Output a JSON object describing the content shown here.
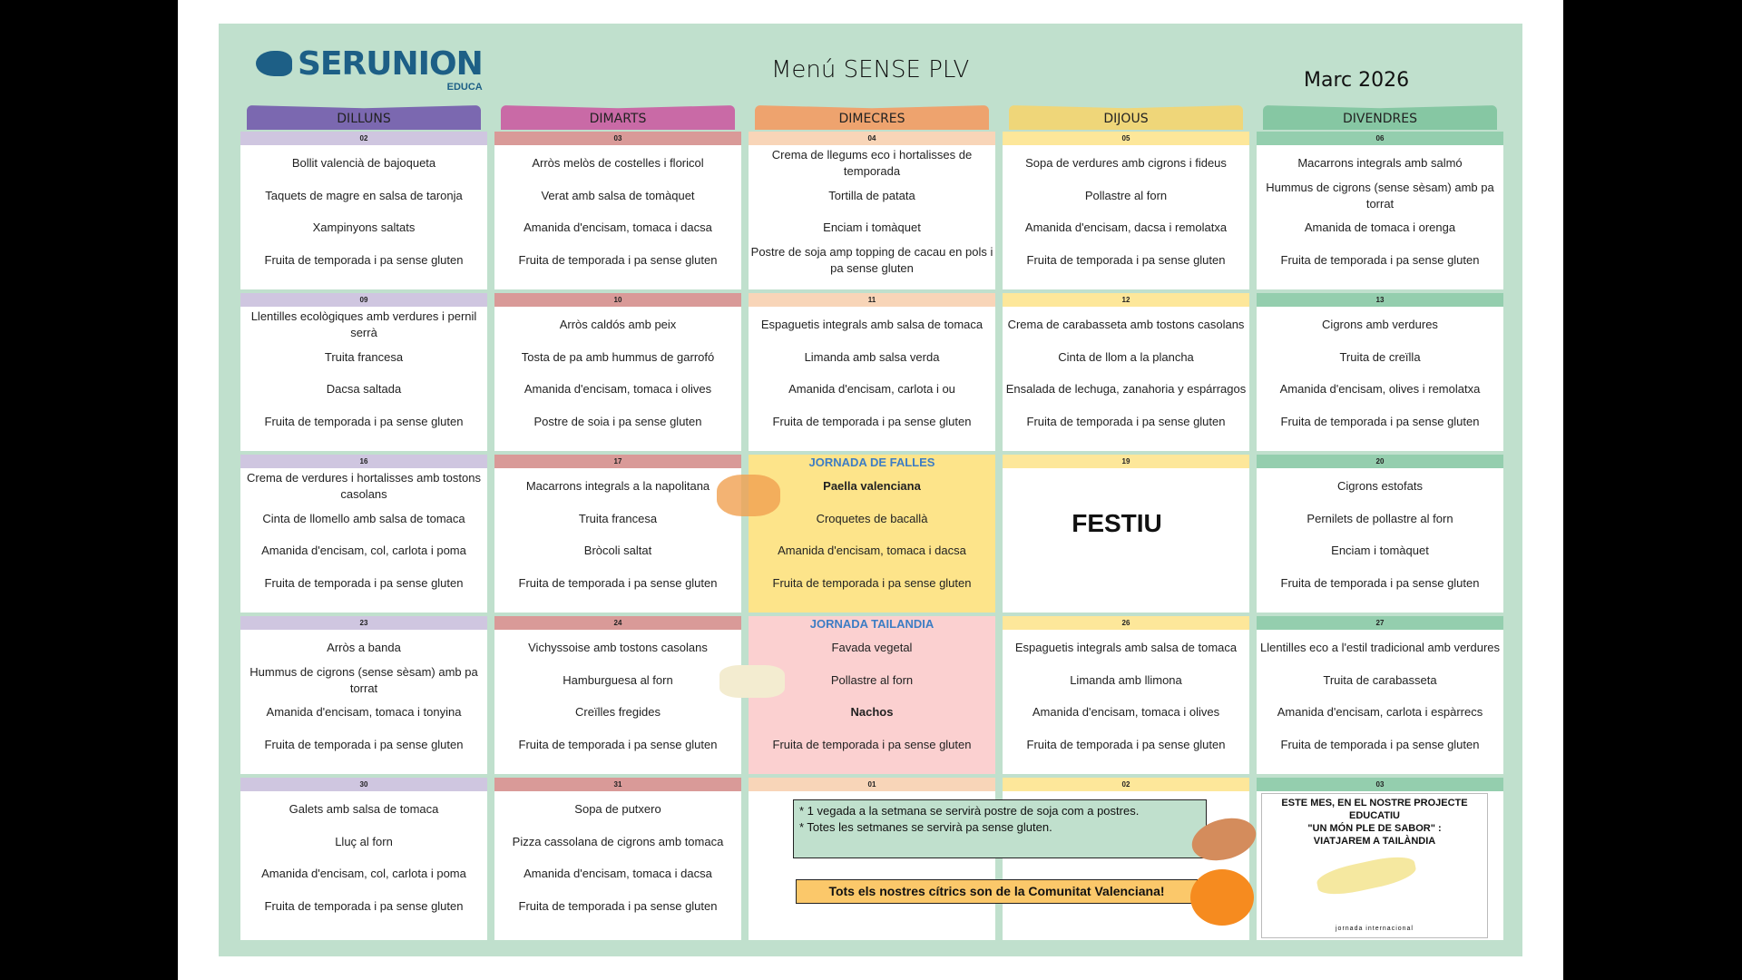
{
  "logo": {
    "name": "SERUNION",
    "sub": "EDUCA"
  },
  "title": "Menú SENSE PLV",
  "month": "Marc 2026",
  "colors": {
    "panel": "#c0e0cd",
    "heads": [
      "#7b68b0",
      "#c96aa6",
      "#eea36e",
      "#efd679",
      "#86c7a3"
    ],
    "strips": [
      "#cfc6e0",
      "#d99a98",
      "#f8d5b8",
      "#fde79a",
      "#94ceae"
    ]
  },
  "days": [
    "DILLUNS",
    "DIMARTS",
    "DIMECRES",
    "DIJOUS",
    "DIVENDRES"
  ],
  "weeks": [
    {
      "nums": [
        "02",
        "03",
        "04",
        "05",
        "06"
      ],
      "cells": [
        {
          "items": [
            "Bollit valencià de bajoqueta",
            "Taquets de magre en salsa de taronja",
            "Xampinyons saltats",
            "Fruita de temporada i pa sense gluten"
          ]
        },
        {
          "items": [
            "Arròs melòs de costelles i floricol",
            "Verat amb salsa de tomàquet",
            "Amanida d'encisam, tomaca i dacsa",
            "Fruita de temporada i pa sense gluten"
          ]
        },
        {
          "items": [
            "Crema de llegums eco i hortalisses de temporada",
            "Tortilla de patata",
            "Enciam i tomàquet",
            "Postre de soja amp topping de cacau en pols i pa sense gluten"
          ]
        },
        {
          "items": [
            "Sopa de verdures amb cigrons i fideus",
            "Pollastre al forn",
            "Amanida d'encisam, dacsa i remolatxa",
            "Fruita de temporada i pa sense gluten"
          ]
        },
        {
          "items": [
            "Macarrons integrals amb salmó",
            "Hummus de cigrons (sense sèsam) amb pa torrat",
            "Amanida de tomaca i orenga",
            "Fruita de temporada i pa sense gluten"
          ]
        }
      ]
    },
    {
      "nums": [
        "09",
        "10",
        "11",
        "12",
        "13"
      ],
      "cells": [
        {
          "items": [
            "Llentilles ecològiques amb verdures i pernil serrà",
            "Truita francesa",
            "Dacsa saltada",
            "Fruita de temporada i pa sense gluten"
          ]
        },
        {
          "items": [
            "Arròs caldós amb peix",
            "Tosta de pa amb hummus de garrofó",
            "Amanida d'encisam, tomaca i olives",
            "Postre de soia i pa sense gluten"
          ]
        },
        {
          "items": [
            "Espaguetis integrals amb salsa de tomaca",
            "Limanda amb salsa verda",
            "Amanida d'encisam, carlota i ou",
            "Fruita de temporada i pa sense gluten"
          ]
        },
        {
          "items": [
            "Crema de carabasseta amb tostons casolans",
            "Cinta de llom a la plancha",
            "Ensalada de lechuga, zanahoria y espárragos",
            "Fruita de temporada i pa sense gluten"
          ]
        },
        {
          "items": [
            "Cigrons amb verdures",
            "Truita de creïlla",
            "Amanida d'encisam, olives i remolatxa",
            "Fruita de temporada i pa sense gluten"
          ]
        }
      ]
    },
    {
      "nums": [
        "16",
        "17",
        "",
        "19",
        "20"
      ],
      "cells": [
        {
          "items": [
            "Crema de verdures i hortalisses amb tostons casolans",
            "Cinta de llomello amb salsa de tomaca",
            "Amanida d'encisam, col, carlota i poma",
            "Fruita de temporada i pa sense gluten"
          ]
        },
        {
          "items": [
            "Macarrons integrals a la napolitana",
            "Truita francesa",
            "Bròcoli saltat",
            "Fruita de temporada i pa sense gluten"
          ]
        },
        {
          "label": "JORNADA DE FALLES",
          "bg": "#fde48a",
          "bold": [
            0
          ],
          "items": [
            "Paella valenciana",
            "Croquetes de bacallà",
            "Amanida d'encisam, tomaca i dacsa",
            "Fruita de temporada i pa sense gluten"
          ]
        },
        {
          "festiu": "FESTIU",
          "items": []
        },
        {
          "items": [
            "Cigrons estofats",
            "Pernilets de pollastre al forn",
            "Enciam i tomàquet",
            "Fruita de temporada i pa sense gluten"
          ]
        }
      ]
    },
    {
      "nums": [
        "23",
        "24",
        "",
        "26",
        "27"
      ],
      "cells": [
        {
          "items": [
            "Arròs a banda",
            "Hummus de cigrons (sense sèsam) amb pa torrat",
            "Amanida d'encisam, tomaca i tonyina",
            "Fruita de temporada i pa sense gluten"
          ]
        },
        {
          "items": [
            "Vichyssoise amb tostons casolans",
            "Hamburguesa al forn",
            "Creïlles fregides",
            "Fruita de temporada i pa sense gluten"
          ]
        },
        {
          "label": "JORNADA TAILANDIA",
          "bg": "#fbd0d0",
          "bold": [
            2
          ],
          "items": [
            "Favada vegetal",
            "Pollastre al forn",
            "Nachos",
            "Fruita de temporada i pa sense gluten"
          ]
        },
        {
          "items": [
            "Espaguetis integrals amb salsa de tomaca",
            "Limanda amb llimona",
            "Amanida d'encisam, tomaca i olives",
            "Fruita de temporada i pa sense gluten"
          ]
        },
        {
          "items": [
            "Llentilles eco a l'estil tradicional amb verdures",
            "Truita de carabasseta",
            "Amanida d'encisam, carlota i espàrrecs",
            "Fruita de temporada i pa sense gluten"
          ]
        }
      ]
    },
    {
      "nums": [
        "30",
        "31",
        "01",
        "02",
        "03"
      ],
      "cells": [
        {
          "items": [
            "Galets amb salsa de tomaca",
            "Lluç al forn",
            "Amanida d'encisam, col, carlota i poma",
            "Fruita de temporada i pa sense gluten"
          ]
        },
        {
          "items": [
            "Sopa de putxero",
            "Pizza cassolana de cigrons amb tomaca",
            "Amanida d'encisam, tomaca i dacsa",
            "Fruita de temporada i pa sense gluten"
          ]
        },
        {
          "items": []
        },
        {
          "items": []
        },
        {
          "items": []
        }
      ]
    }
  ],
  "notes": {
    "line1": "* 1 vegada a la setmana se servirà postre de soja com a postres.",
    "line2": "* Totes les setmanes se servirà pa sense gluten.",
    "citrics": "Tots els nostres cítrics son de la Comunitat Valenciana!"
  },
  "project": {
    "l1": "ESTE MES, EN EL NOSTRE PROJECTE",
    "l2": "EDUCATIU",
    "l3": "\"UN MÓN PLE DE SABOR\" :",
    "l4": "VIATJAREM A TAILÀNDIA",
    "foot": "jornada internacional"
  }
}
